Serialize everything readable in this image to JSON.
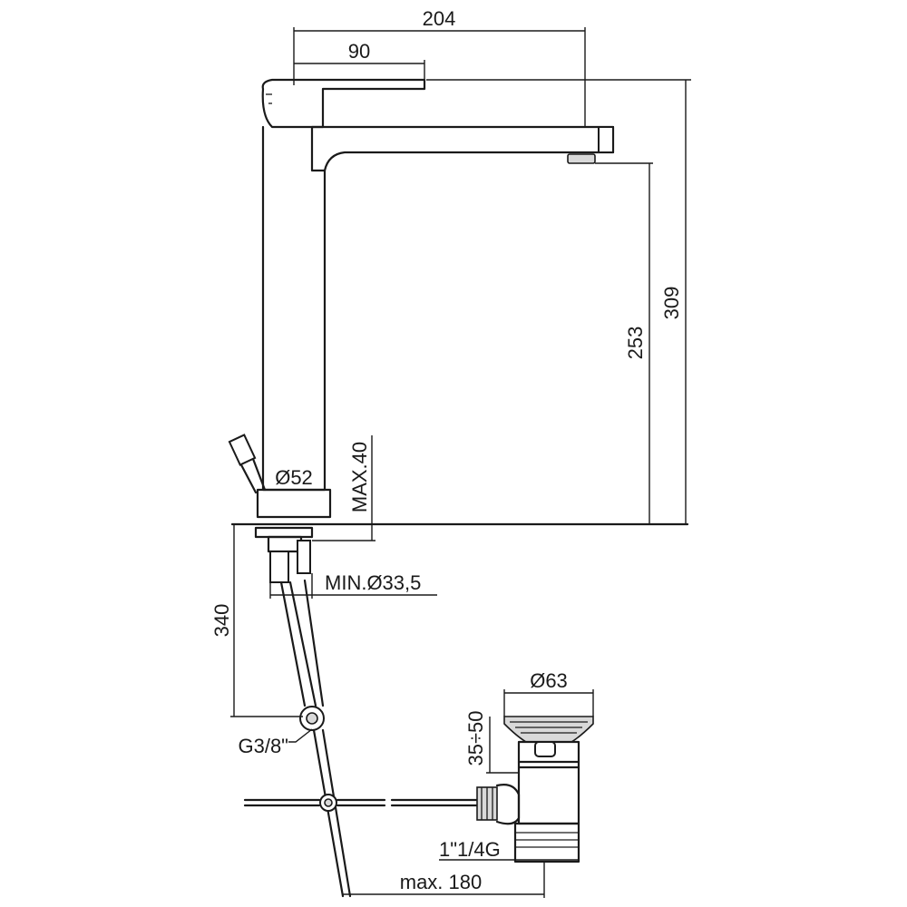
{
  "dimensions": {
    "width_total": "204",
    "handle_length": "90",
    "height_total": "309",
    "spout_height": "253",
    "base_diameter": "Ø52",
    "max_thickness": "MAX.40",
    "hole_min": "MIN.Ø33,5",
    "hose_length": "340",
    "connection": "G3/8\"",
    "waste_diameter": "Ø63",
    "waste_range": "35÷50",
    "waste_thread": "1\"1/4G",
    "rod_max": "max. 180"
  }
}
